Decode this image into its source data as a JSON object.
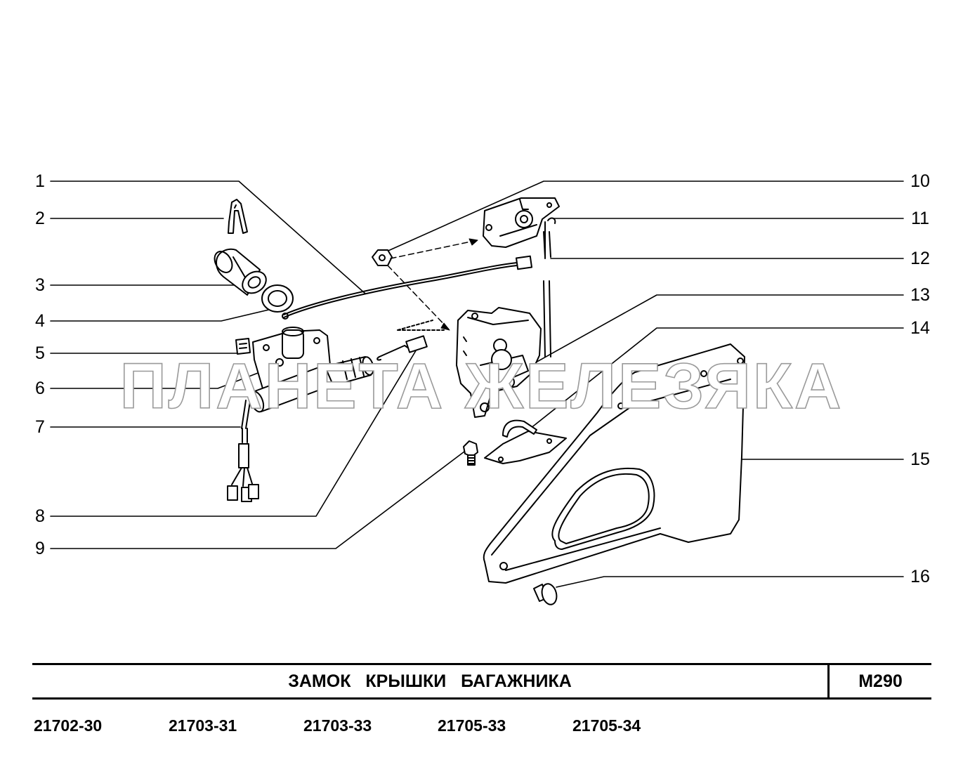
{
  "watermark": "ПЛАНЕТА ЖЕЛЕЗЯКА",
  "callouts_left": [
    "1",
    "2",
    "3",
    "4",
    "5",
    "6",
    "7",
    "8",
    "9"
  ],
  "callouts_right": [
    "10",
    "11",
    "12",
    "13",
    "14",
    "15",
    "16"
  ],
  "title": "ЗАМОК КРЫШКИ БАГАЖНИКА",
  "code": "М290",
  "models": [
    "21702-30",
    "21703-31",
    "21703-33",
    "21705-33",
    "21705-34"
  ]
}
